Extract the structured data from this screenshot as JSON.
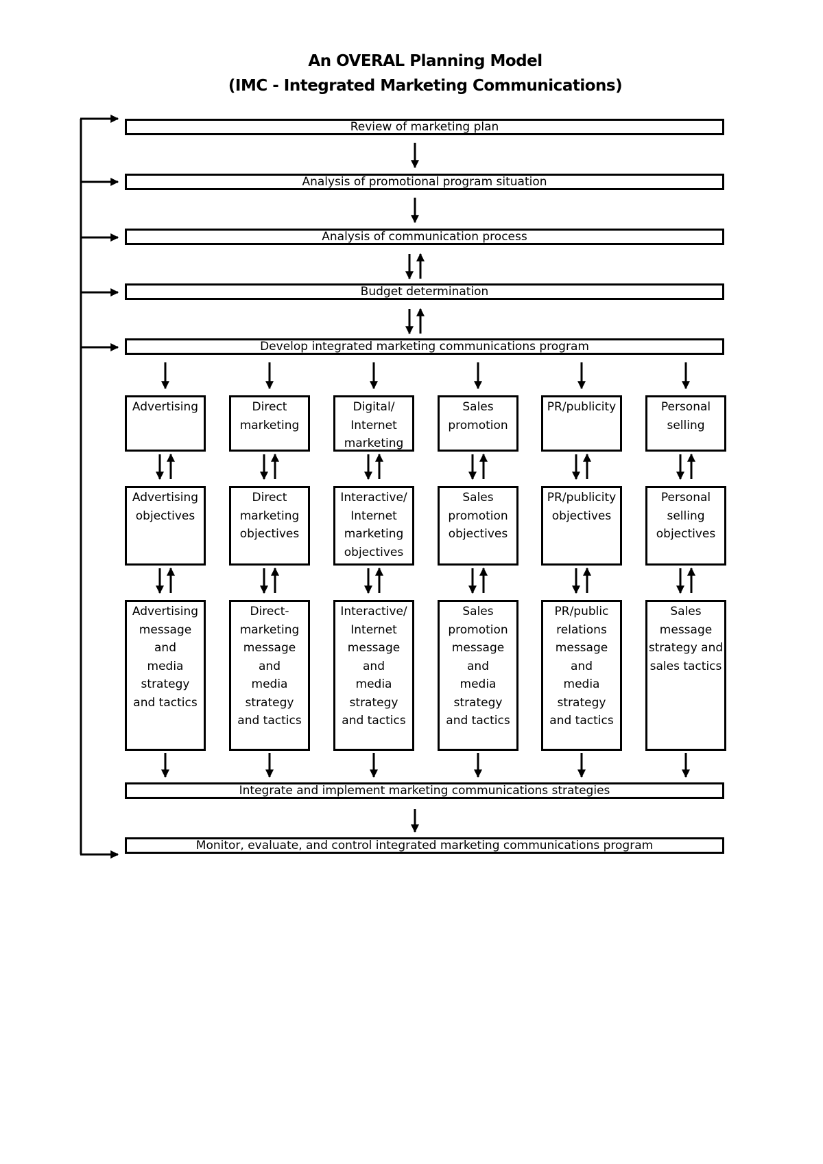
{
  "diagram": {
    "title_line1": "An OVERAL Planning Model",
    "title_line2": "(IMC - Integrated Marketing Communications)",
    "stages": {
      "review": "Review of marketing plan",
      "promo_situation": "Analysis of promotional program situation",
      "communication": "Analysis of communication process",
      "budget": "Budget determination",
      "develop": "Develop integrated marketing communications program",
      "integrate": "Integrate and implement marketing communications strategies",
      "monitor": "Monitor, evaluate, and control integrated marketing communications program"
    },
    "columns": [
      {
        "tool": [
          "Advertising"
        ],
        "objectives": [
          "Advertising",
          "objectives"
        ],
        "strategy": [
          "Advertising",
          "message",
          "and",
          "media",
          "strategy",
          "and tactics"
        ]
      },
      {
        "tool": [
          "Direct",
          "marketing"
        ],
        "objectives": [
          "Direct",
          "marketing",
          "objectives"
        ],
        "strategy": [
          "Direct-",
          "marketing",
          "message",
          "and",
          "media",
          "strategy",
          "and tactics"
        ]
      },
      {
        "tool": [
          "Digital/",
          "Internet",
          "marketing"
        ],
        "objectives": [
          "Interactive/",
          "Internet",
          "marketing",
          "objectives"
        ],
        "strategy": [
          "Interactive/",
          "Internet",
          "message",
          "and",
          "media",
          "strategy",
          "and tactics"
        ]
      },
      {
        "tool": [
          "Sales",
          "promotion"
        ],
        "objectives": [
          "Sales",
          "promotion",
          "objectives"
        ],
        "strategy": [
          "Sales",
          "promotion",
          "message",
          "and",
          "media",
          "strategy",
          "and tactics"
        ]
      },
      {
        "tool": [
          "PR/publicity"
        ],
        "objectives": [
          "PR/publicity",
          "objectives"
        ],
        "strategy": [
          "PR/public",
          "relations",
          "message",
          "and",
          "media",
          "strategy",
          "and tactics"
        ]
      },
      {
        "tool": [
          "Personal",
          "selling"
        ],
        "objectives": [
          "Personal",
          "selling",
          "objectives"
        ],
        "strategy": [
          "Sales",
          "message",
          "strategy and",
          "sales tactics"
        ]
      }
    ]
  }
}
